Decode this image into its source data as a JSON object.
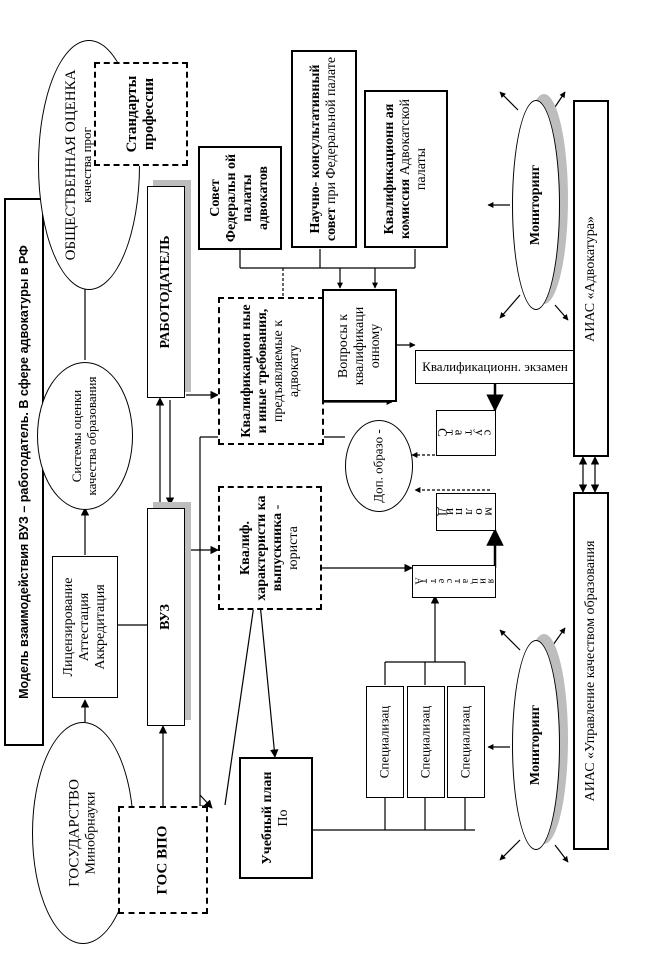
{
  "title": "Модель взаимодействия  ВУЗ – работодатель.  В сфере адвокатуры в РФ",
  "nodes": {
    "gosudarstvo": {
      "line1": "ГОСУДАРСТВО",
      "line2": "Минобрнауки"
    },
    "gos_vpo": "ГОС ВПО",
    "licensing": {
      "line1": "Лицензирование",
      "line2": "Аттестация",
      "line3": "Аккредитация"
    },
    "vuz": "ВУЗ",
    "systems": "Системы оценки качества образования",
    "obsh": {
      "line1": "ОБЩЕСТВЕННАЯ ОЦЕНКА",
      "line2": "качества",
      "line3": "прог"
    },
    "standards": "Стандарты профессии",
    "employer": "РАБОТОДАТЕЛЬ",
    "kval_trebovaniya": {
      "bold": "Квалификацион ные и иные требования,",
      "normal": "предъявляемые к адвокату"
    },
    "kval_harakteristika": {
      "bold": "Квалиф. характеристи ка выпускника",
      "normal": "- юриста"
    },
    "uchebny_plan": {
      "bold": "Учебный план",
      "normal": "По"
    },
    "sovet": "Совет Федеральн ой палаты адвокатов",
    "nauchno": {
      "bold": "Научно- консультативный совет",
      "normal": "при Федеральной палате"
    },
    "kval_komissiya": {
      "bold": "Квалификационн ая комиссия",
      "normal": "Адвокатской палаты"
    },
    "voprosy": "Вопросы к квалификаци онному",
    "kval_ekzamen": "Квалификационн. экзамен",
    "status_letters": [
      "С",
      "т",
      "а",
      "т",
      "у",
      "с"
    ],
    "dop_obraz": "Доп. образо -",
    "diplom_letters": [
      "Д",
      "и",
      "п",
      "л",
      "о",
      "м"
    ],
    "attestaciya_letters": [
      "А",
      "т",
      "т",
      "е",
      "с",
      "т",
      "а",
      "ц",
      "и",
      "я"
    ],
    "specializ": [
      "Специализац",
      "Специализац",
      "Специализац"
    ],
    "monitoring_top": "Мониторинг",
    "monitoring_bottom": "Мониторинг",
    "aias_advokatura": "АИАС «Адвокатура»",
    "aias_upravlenie": "АИАС «Управление качеством образования"
  }
}
